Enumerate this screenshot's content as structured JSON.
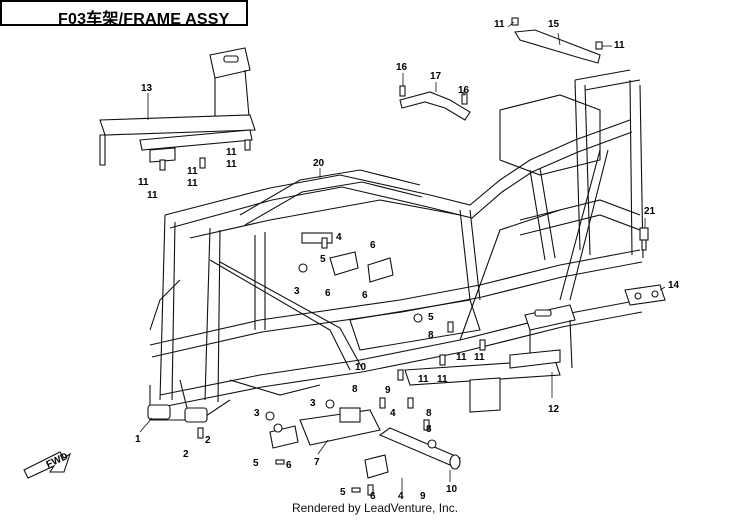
{
  "header": {
    "title": "F03车架/FRAME ASSY"
  },
  "footer": {
    "credit": "Rendered by LeadVenture, Inc."
  },
  "fwd_label": "FWD",
  "callouts": [
    {
      "id": "c11a",
      "text": "11"
    },
    {
      "id": "c15",
      "text": "15"
    },
    {
      "id": "c11b",
      "text": "11"
    },
    {
      "id": "c16a",
      "text": "16"
    },
    {
      "id": "c17",
      "text": "17"
    },
    {
      "id": "c16b",
      "text": "16"
    },
    {
      "id": "c13",
      "text": "13"
    },
    {
      "id": "c11c",
      "text": "11"
    },
    {
      "id": "c11d",
      "text": "11"
    },
    {
      "id": "c11e",
      "text": "11"
    },
    {
      "id": "c11f",
      "text": "11"
    },
    {
      "id": "c20",
      "text": "20"
    },
    {
      "id": "c11g",
      "text": "11"
    },
    {
      "id": "c11h",
      "text": "11"
    },
    {
      "id": "c4a",
      "text": "4"
    },
    {
      "id": "c5a",
      "text": "5"
    },
    {
      "id": "c6a",
      "text": "6"
    },
    {
      "id": "c6b",
      "text": "6"
    },
    {
      "id": "c6c",
      "text": "6"
    },
    {
      "id": "c3a",
      "text": "3"
    },
    {
      "id": "c21",
      "text": "21"
    },
    {
      "id": "c14",
      "text": "14"
    },
    {
      "id": "c5b",
      "text": "5"
    },
    {
      "id": "c8a",
      "text": "8"
    },
    {
      "id": "c10a",
      "text": "10"
    },
    {
      "id": "c11i",
      "text": "11"
    },
    {
      "id": "c11j",
      "text": "11"
    },
    {
      "id": "c11k",
      "text": "11"
    },
    {
      "id": "c11l",
      "text": "11"
    },
    {
      "id": "c12",
      "text": "12"
    },
    {
      "id": "c8b",
      "text": "8"
    },
    {
      "id": "c9a",
      "text": "9"
    },
    {
      "id": "c3b",
      "text": "3"
    },
    {
      "id": "c3c",
      "text": "3"
    },
    {
      "id": "c4b",
      "text": "4"
    },
    {
      "id": "c8c",
      "text": "8"
    },
    {
      "id": "c8d",
      "text": "8"
    },
    {
      "id": "c1",
      "text": "1"
    },
    {
      "id": "c2a",
      "text": "2"
    },
    {
      "id": "c2b",
      "text": "2"
    },
    {
      "id": "c5c",
      "text": "5"
    },
    {
      "id": "c6d",
      "text": "6"
    },
    {
      "id": "c7",
      "text": "7"
    },
    {
      "id": "c5d",
      "text": "5"
    },
    {
      "id": "c6e",
      "text": "6"
    },
    {
      "id": "c4c",
      "text": "4"
    },
    {
      "id": "c9b",
      "text": "9"
    },
    {
      "id": "c10b",
      "text": "10"
    }
  ]
}
